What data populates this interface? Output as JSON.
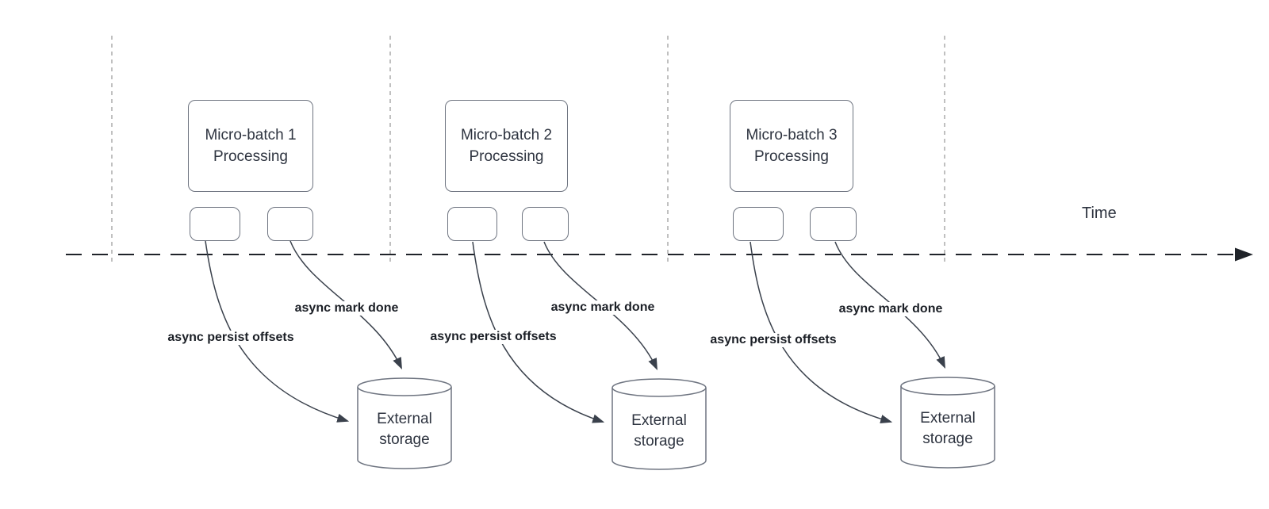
{
  "axis": {
    "time_label": "Time"
  },
  "batches": [
    {
      "title": "Micro-batch 1\nProcessing"
    },
    {
      "title": "Micro-batch 2\nProcessing"
    },
    {
      "title": "Micro-batch 3\nProcessing"
    }
  ],
  "edge_labels": {
    "persist": "async persist offsets",
    "done": "async mark done"
  },
  "storage": {
    "label": "External\nstorage"
  },
  "colors": {
    "background": "#ffffff",
    "shape_border": "#6e7480",
    "shape_fill": "#ffffff",
    "node_text": "#2e3440",
    "edge_label_text": "#1b1f26",
    "curve_stroke": "#3a414c",
    "time_axis_dash": "#1f2329",
    "lane_dash": "#ababab"
  }
}
